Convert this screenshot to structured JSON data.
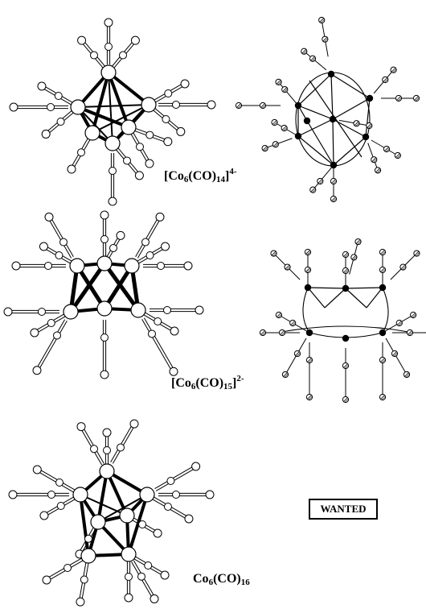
{
  "labels": {
    "a": {
      "base": "[Co",
      "n1": "6",
      "mid": "(CO)",
      "n2": "14",
      "close": "]",
      "charge": "4-"
    },
    "b": {
      "base": "[Co",
      "n1": "6",
      "mid": "(CO)",
      "n2": "15",
      "close": "]",
      "charge": "2-"
    },
    "c": {
      "base": "Co",
      "n1": "6",
      "mid": "(CO)",
      "n2": "16"
    }
  },
  "wanted": "WANTED"
}
